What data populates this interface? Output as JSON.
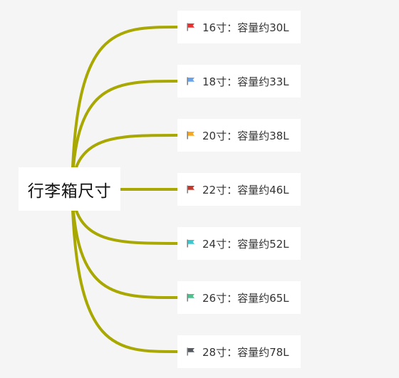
{
  "root": {
    "label": "行李箱尺寸"
  },
  "edge_color": "#a8a800",
  "children": [
    {
      "label": "16寸：容量约30L",
      "flag_color": "#e8312f",
      "icon": "flag-icon"
    },
    {
      "label": "18寸：容量约33L",
      "flag_color": "#6aa3e8",
      "icon": "flag-icon"
    },
    {
      "label": "20寸：容量约38L",
      "flag_color": "#f5a623",
      "icon": "flag-icon"
    },
    {
      "label": "22寸：容量约46L",
      "flag_color": "#c0392b",
      "icon": "flag-icon"
    },
    {
      "label": "24寸：容量约52L",
      "flag_color": "#3cc7cf",
      "icon": "flag-icon"
    },
    {
      "label": "26寸：容量约65L",
      "flag_color": "#4fc08d",
      "icon": "flag-icon"
    },
    {
      "label": "28寸：容量约78L",
      "flag_color": "#555a60",
      "icon": "flag-icon"
    }
  ]
}
